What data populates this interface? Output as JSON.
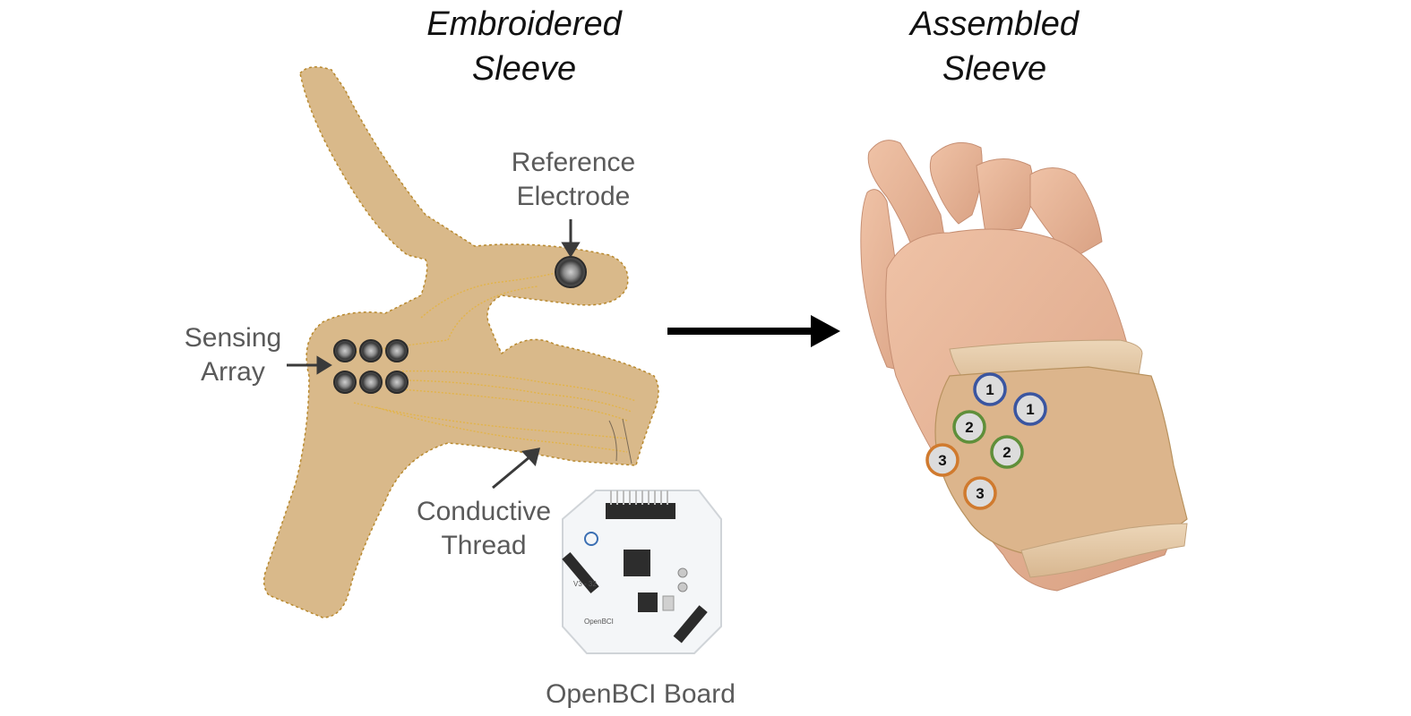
{
  "titles": {
    "left": {
      "line1": "Embroidered",
      "line2": "Sleeve"
    },
    "right": {
      "line1": "Assembled",
      "line2": "Sleeve"
    }
  },
  "labels": {
    "reference": {
      "line1": "Reference",
      "line2": "Electrode"
    },
    "sensing": {
      "line1": "Sensing",
      "line2": "Array"
    },
    "conductive": {
      "line1": "Conductive",
      "line2": "Thread"
    },
    "board": "OpenBCI Board"
  },
  "board_print": {
    "brand": "OpenBCI",
    "version": "V3 - 32"
  },
  "electrode_badges": [
    {
      "label": "1",
      "group": 1
    },
    {
      "label": "1",
      "group": 1
    },
    {
      "label": "2",
      "group": 2
    },
    {
      "label": "2",
      "group": 2
    },
    {
      "label": "3",
      "group": 3
    },
    {
      "label": "3",
      "group": 3
    }
  ],
  "colors": {
    "fabric": "#d9b98a",
    "stitch": "#b8892e",
    "skin": "#e8b79a",
    "group1": "#3a55a0",
    "group2": "#5f8f3a",
    "group3": "#d07a2e",
    "arrow": "#000000"
  }
}
